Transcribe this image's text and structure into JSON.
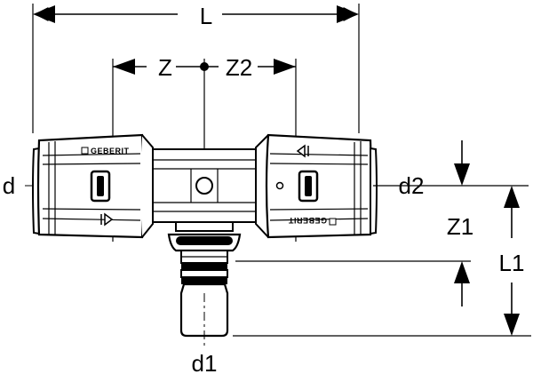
{
  "dimensions": {
    "L": "L",
    "Z": "Z",
    "Z2": "Z2",
    "d": "d",
    "d1": "d1",
    "d2": "d2",
    "Z1": "Z1",
    "L1": "L1"
  },
  "brand": {
    "left": "GEBERIT",
    "right": "GEBERIT"
  }
}
